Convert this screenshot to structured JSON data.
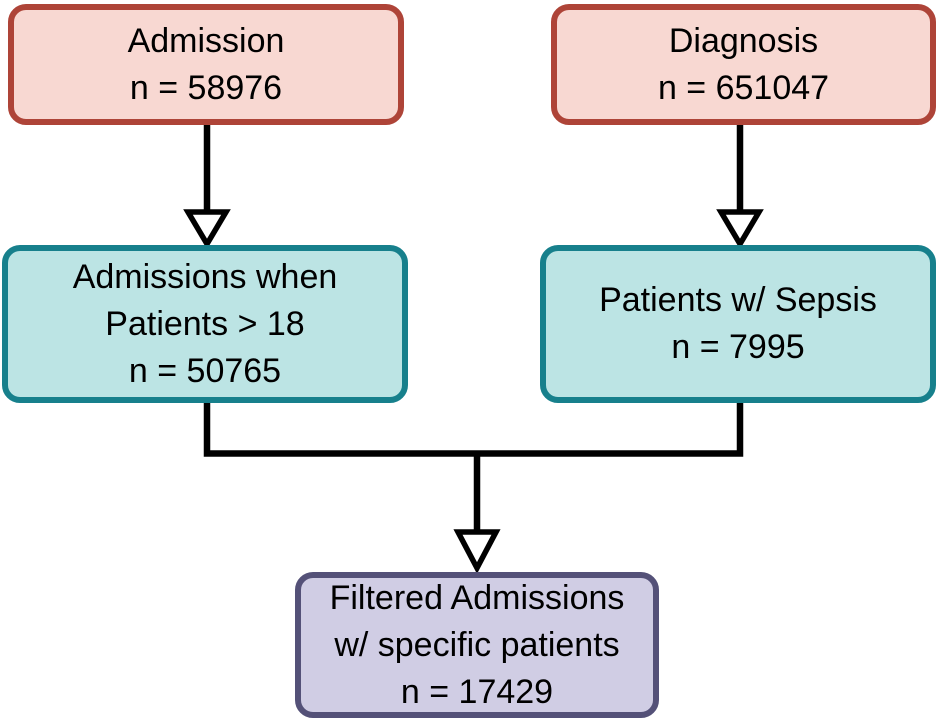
{
  "diagram": {
    "type": "flowchart",
    "boxes": {
      "admission": {
        "line1": "Admission",
        "line2": "n = 58976"
      },
      "diagnosis": {
        "line1": "Diagnosis",
        "line2": "n = 651047"
      },
      "adult_admissions": {
        "line1": "Admissions when",
        "line2": "Patients > 18",
        "line3": "n = 50765"
      },
      "sepsis_patients": {
        "line1": "Patients w/ Sepsis",
        "line2": "n = 7995"
      },
      "filtered": {
        "line1": "Filtered Admissions",
        "line2": "w/ specific patients",
        "line3": "n = 17429"
      }
    },
    "counts": {
      "admission": 58976,
      "diagnosis": 651047,
      "adult_admissions": 50765,
      "sepsis_patients": 7995,
      "filtered": 17429
    },
    "edges": [
      {
        "from": "admission",
        "to": "adult_admissions"
      },
      {
        "from": "diagnosis",
        "to": "sepsis_patients"
      },
      {
        "from": "adult_admissions",
        "to": "filtered"
      },
      {
        "from": "sepsis_patients",
        "to": "filtered"
      }
    ]
  },
  "colors": {
    "pink_fill": "#f8d8d2",
    "pink_border": "#ae4438",
    "teal_fill": "#bce4e4",
    "teal_border": "#17808c",
    "purple_fill": "#d0cde4",
    "purple_border": "#545178",
    "line_color": "#000000",
    "text_color": "#000000",
    "bg_color": "#ffffff"
  }
}
